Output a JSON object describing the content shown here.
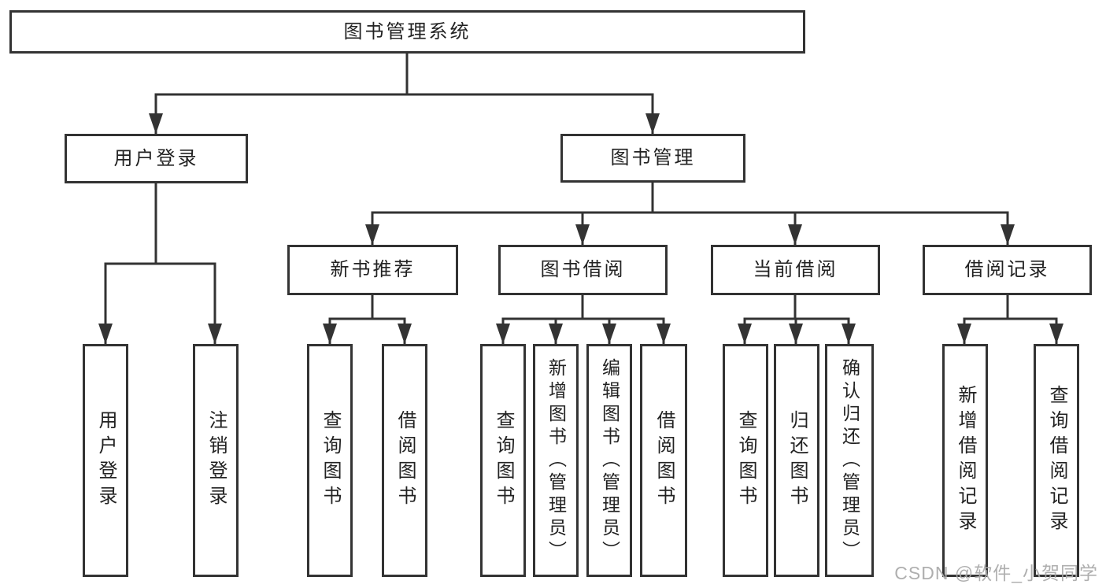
{
  "colors": {
    "line": "#333333",
    "box_border": "#333333",
    "box_fill": "#ffffff",
    "text": "#222222",
    "watermark": "#a8a8a8"
  },
  "watermark": {
    "text": "CSDN @软件_小贺同学"
  },
  "tree": {
    "root": {
      "label": "图书管理系统",
      "children": [
        {
          "label": "用户登录",
          "children": [
            {
              "label": "用户登录"
            },
            {
              "label": "注销登录"
            }
          ]
        },
        {
          "label": "图书管理",
          "children": [
            {
              "label": "新书推荐",
              "children": [
                {
                  "label": "查询图书"
                },
                {
                  "label": "借阅图书"
                }
              ]
            },
            {
              "label": "图书借阅",
              "children": [
                {
                  "label": "查询图书"
                },
                {
                  "label": "新增图书（管理员）"
                },
                {
                  "label": "编辑图书（管理员）"
                },
                {
                  "label": "借阅图书"
                }
              ]
            },
            {
              "label": "当前借阅",
              "children": [
                {
                  "label": "查询图书"
                },
                {
                  "label": "归还图书"
                },
                {
                  "label": "确认归还（管理员）"
                }
              ]
            },
            {
              "label": "借阅记录",
              "children": [
                {
                  "label": "新增借阅记录"
                },
                {
                  "label": "查询借阅记录"
                }
              ]
            }
          ]
        }
      ]
    }
  }
}
